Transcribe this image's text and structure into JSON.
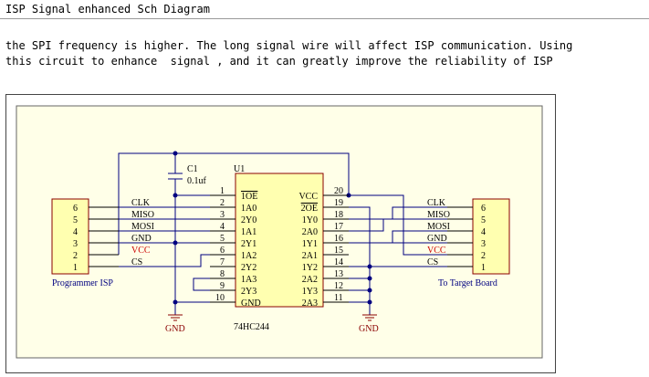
{
  "page": {
    "title": "ISP Signal enhanced Sch Diagram",
    "description_line1": "the SPI frequency is higher. The long signal wire will affect ISP communication. Using",
    "description_line2": "this circuit to enhance  signal , and it can greatly improve the reliability of ISP"
  },
  "colors": {
    "sheet_bg": "#FFFFE8",
    "component_fill": "#FFFFB0",
    "component_stroke": "#8B0000",
    "wire": "#000080",
    "label_blue": "#000080",
    "label_red": "#8B0000",
    "vcc_red": "#CC0000"
  },
  "schematic": {
    "capacitor": {
      "ref": "C1",
      "value": "0.1uf"
    },
    "ic": {
      "ref": "U1",
      "part": "74HC244",
      "left_pin_numbers": [
        "1",
        "2",
        "3",
        "4",
        "5",
        "6",
        "7",
        "8",
        "9",
        "10"
      ],
      "left_pin_names": [
        "1OE",
        "1A0",
        "2Y0",
        "1A1",
        "2Y1",
        "1A2",
        "2Y2",
        "1A3",
        "2Y3",
        "GND"
      ],
      "right_pin_numbers": [
        "20",
        "19",
        "18",
        "17",
        "16",
        "15",
        "14",
        "13",
        "12",
        "11"
      ],
      "right_pin_names": [
        "VCC",
        "2OE",
        "1Y0",
        "2A0",
        "1Y1",
        "2A1",
        "1Y2",
        "2A2",
        "1Y3",
        "2A3"
      ]
    },
    "programmer": {
      "label": "Programmer ISP",
      "pins": [
        "6",
        "5",
        "4",
        "3",
        "2",
        "1"
      ],
      "signals": [
        "CLK",
        "MISO",
        "MOSI",
        "GND",
        "VCC",
        "CS"
      ]
    },
    "target": {
      "label": "To Target Board",
      "pins": [
        "6",
        "5",
        "4",
        "3",
        "2",
        "1"
      ],
      "signals": [
        "CLK",
        "MISO",
        "MOSI",
        "GND",
        "VCC",
        "CS"
      ]
    },
    "gnd_left": "GND",
    "gnd_right": "GND"
  }
}
